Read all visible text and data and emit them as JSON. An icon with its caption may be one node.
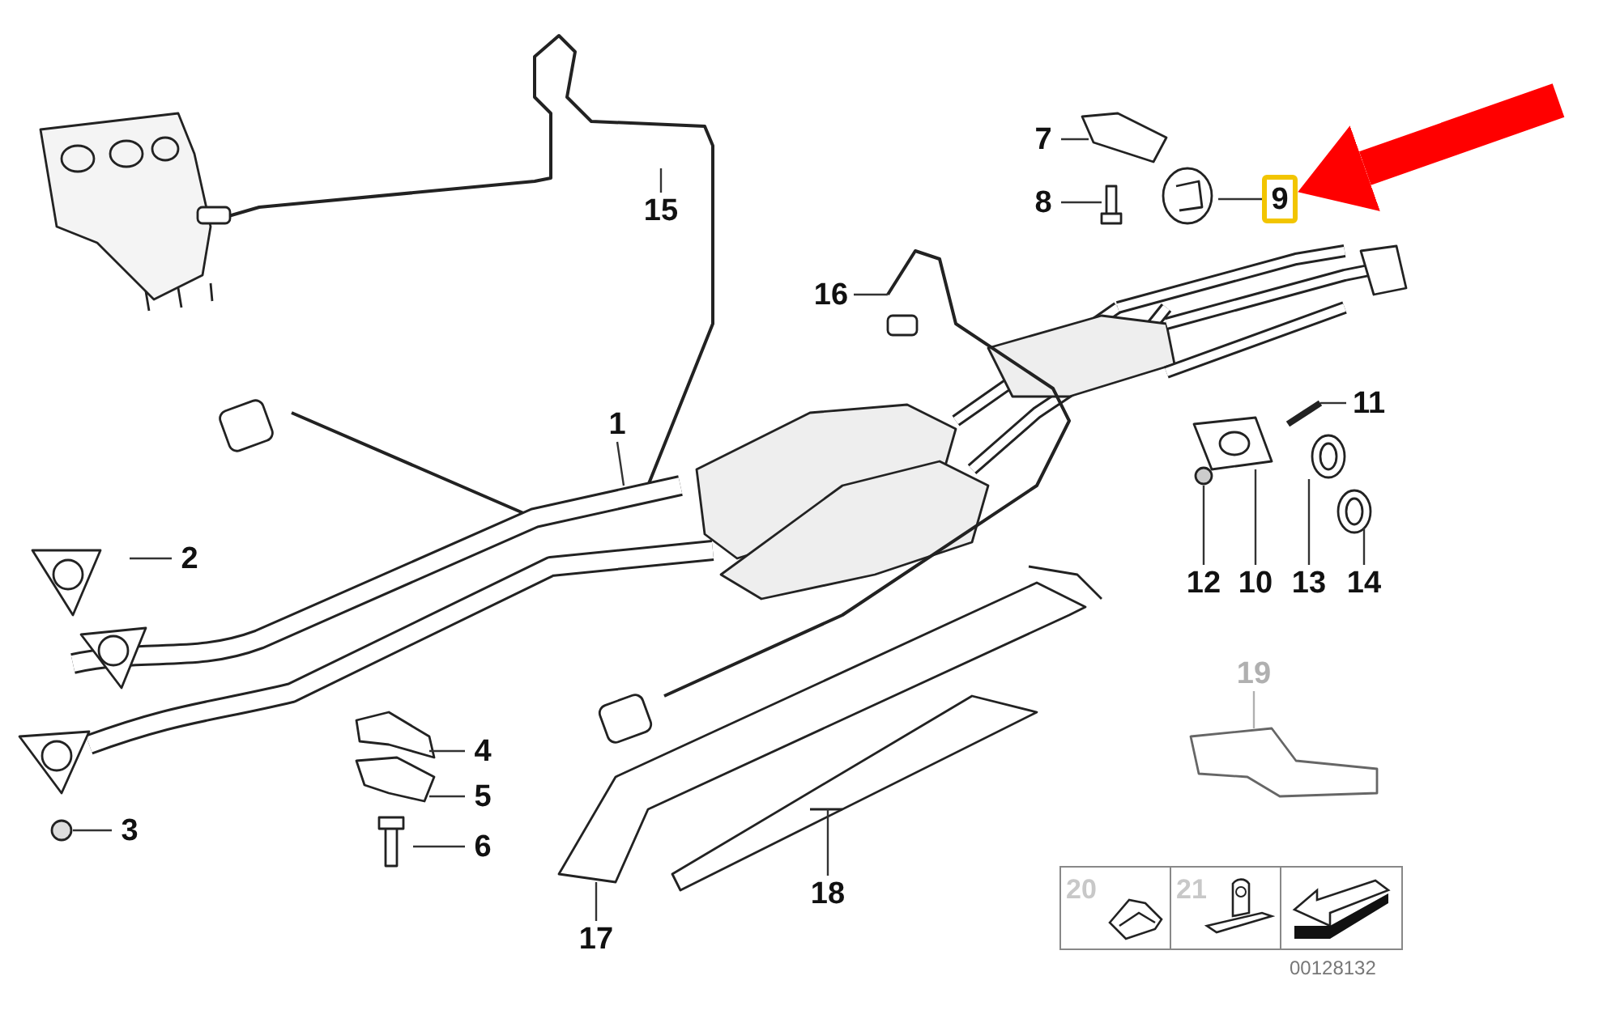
{
  "diagram": {
    "nodes": [
      {
        "text": [
          "1"
        ]
      },
      {
        "text": [
          "2"
        ]
      },
      {
        "text": [
          "3"
        ]
      },
      {
        "text": [
          "4"
        ]
      },
      {
        "text": [
          "5"
        ]
      },
      {
        "text": [
          "6"
        ]
      },
      {
        "text": [
          "7"
        ]
      },
      {
        "text": [
          "8"
        ]
      },
      {
        "text": [
          "9"
        ]
      },
      {
        "text": [
          "10"
        ]
      },
      {
        "text": [
          "11"
        ]
      },
      {
        "text": [
          "12"
        ]
      },
      {
        "text": [
          "13"
        ]
      },
      {
        "text": [
          "14"
        ]
      },
      {
        "text": [
          "15"
        ]
      },
      {
        "text": [
          "16"
        ]
      },
      {
        "text": [
          "17"
        ]
      },
      {
        "text": [
          "18"
        ]
      },
      {
        "text": [
          "19"
        ]
      }
    ],
    "edges": [
      {
        "from": 0,
        "to": null,
        "arrow": "none"
      },
      {
        "from": 1,
        "to": null,
        "arrow": "none"
      },
      {
        "from": 2,
        "to": null,
        "arrow": "none"
      },
      {
        "from": 3,
        "to": null,
        "arrow": "none"
      },
      {
        "from": 4,
        "to": null,
        "arrow": "none"
      },
      {
        "from": 5,
        "to": null,
        "arrow": "none"
      },
      {
        "from": 6,
        "to": null,
        "arrow": "none"
      },
      {
        "from": 7,
        "to": null,
        "arrow": "none"
      },
      {
        "from": 8,
        "to": null,
        "arrow": "none"
      },
      {
        "from": 9,
        "to": null,
        "arrow": "none"
      },
      {
        "from": 10,
        "to": null,
        "arrow": "none"
      },
      {
        "from": 11,
        "to": null,
        "arrow": "none"
      },
      {
        "from": 12,
        "to": null,
        "arrow": "none"
      },
      {
        "from": 13,
        "to": null,
        "arrow": "none"
      },
      {
        "from": 14,
        "to": null,
        "arrow": "none"
      },
      {
        "from": 15,
        "to": null,
        "arrow": "none"
      },
      {
        "from": 16,
        "to": null,
        "arrow": "none"
      },
      {
        "from": 17,
        "to": null,
        "arrow": "none"
      },
      {
        "from": 18,
        "to": null,
        "arrow": "none",
        "color": "#b0b0b0"
      },
      {
        "from": null,
        "to": 8,
        "arrow": "to",
        "style": "thick",
        "color": "#ff0000"
      }
    ],
    "labels": [
      "20",
      "21",
      "00128132"
    ]
  }
}
